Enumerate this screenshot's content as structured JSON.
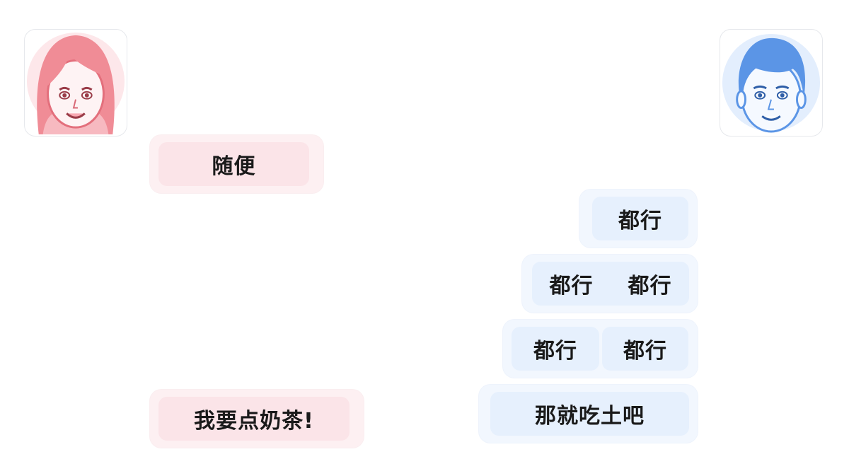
{
  "chat": {
    "left_messages": [
      {
        "text": "随便"
      },
      {
        "text": "我要点奶茶!"
      }
    ],
    "right_messages": [
      {
        "parts": [
          "都行"
        ]
      },
      {
        "parts": [
          "都行",
          "都行"
        ]
      },
      {
        "parts": [
          "都行",
          "都行"
        ]
      },
      {
        "parts": [
          "那就吃土吧"
        ]
      }
    ]
  },
  "avatars": {
    "left": {
      "icon": "female-avatar-icon",
      "color": "#f08c96"
    },
    "right": {
      "icon": "male-avatar-icon",
      "color": "#5b95e6"
    }
  },
  "colors": {
    "pink_bubble": "#fbe4e8",
    "blue_bubble": "#e6f0fd",
    "text": "#1a1a1a"
  }
}
